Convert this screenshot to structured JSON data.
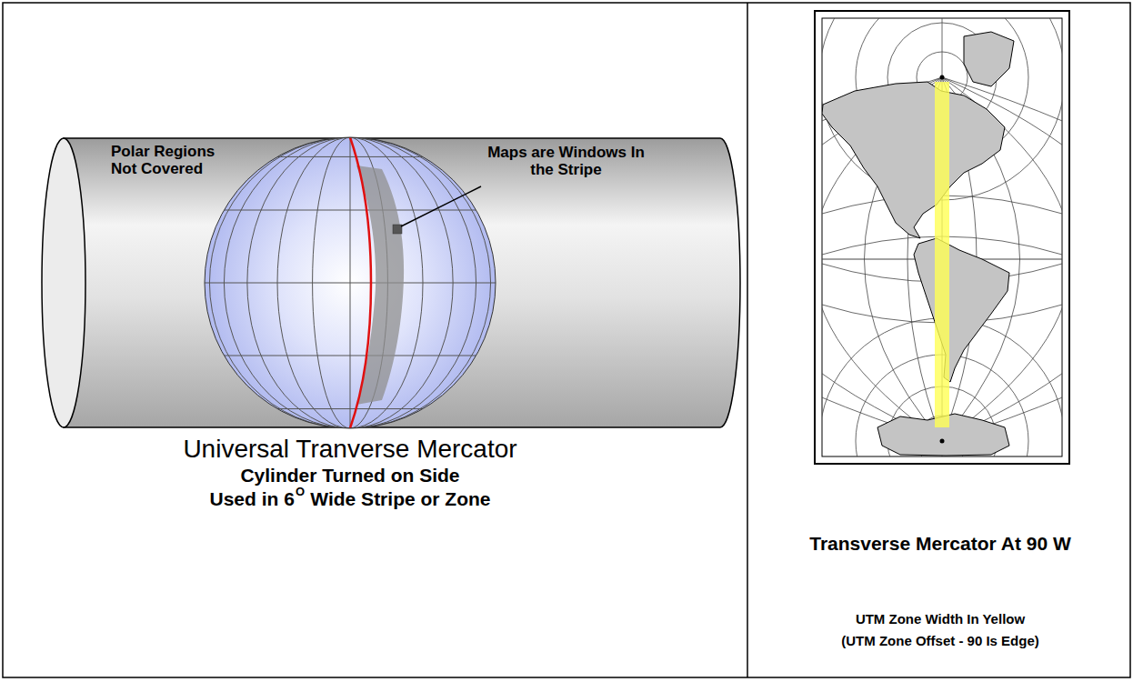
{
  "diagram": {
    "labels": [
      "Polar Regions Not Covered",
      "Maps are Windows In the Stripe",
      "Universal Tranverse Mercator",
      "Cylinder Turned on Side",
      "Used in 6",
      "O",
      "Wide Stripe or Zone",
      "Transverse Mercator At 90 W",
      "UTM Zone Width In Yellow",
      "(UTM Zone Offset - 90 Is Edge)"
    ]
  }
}
